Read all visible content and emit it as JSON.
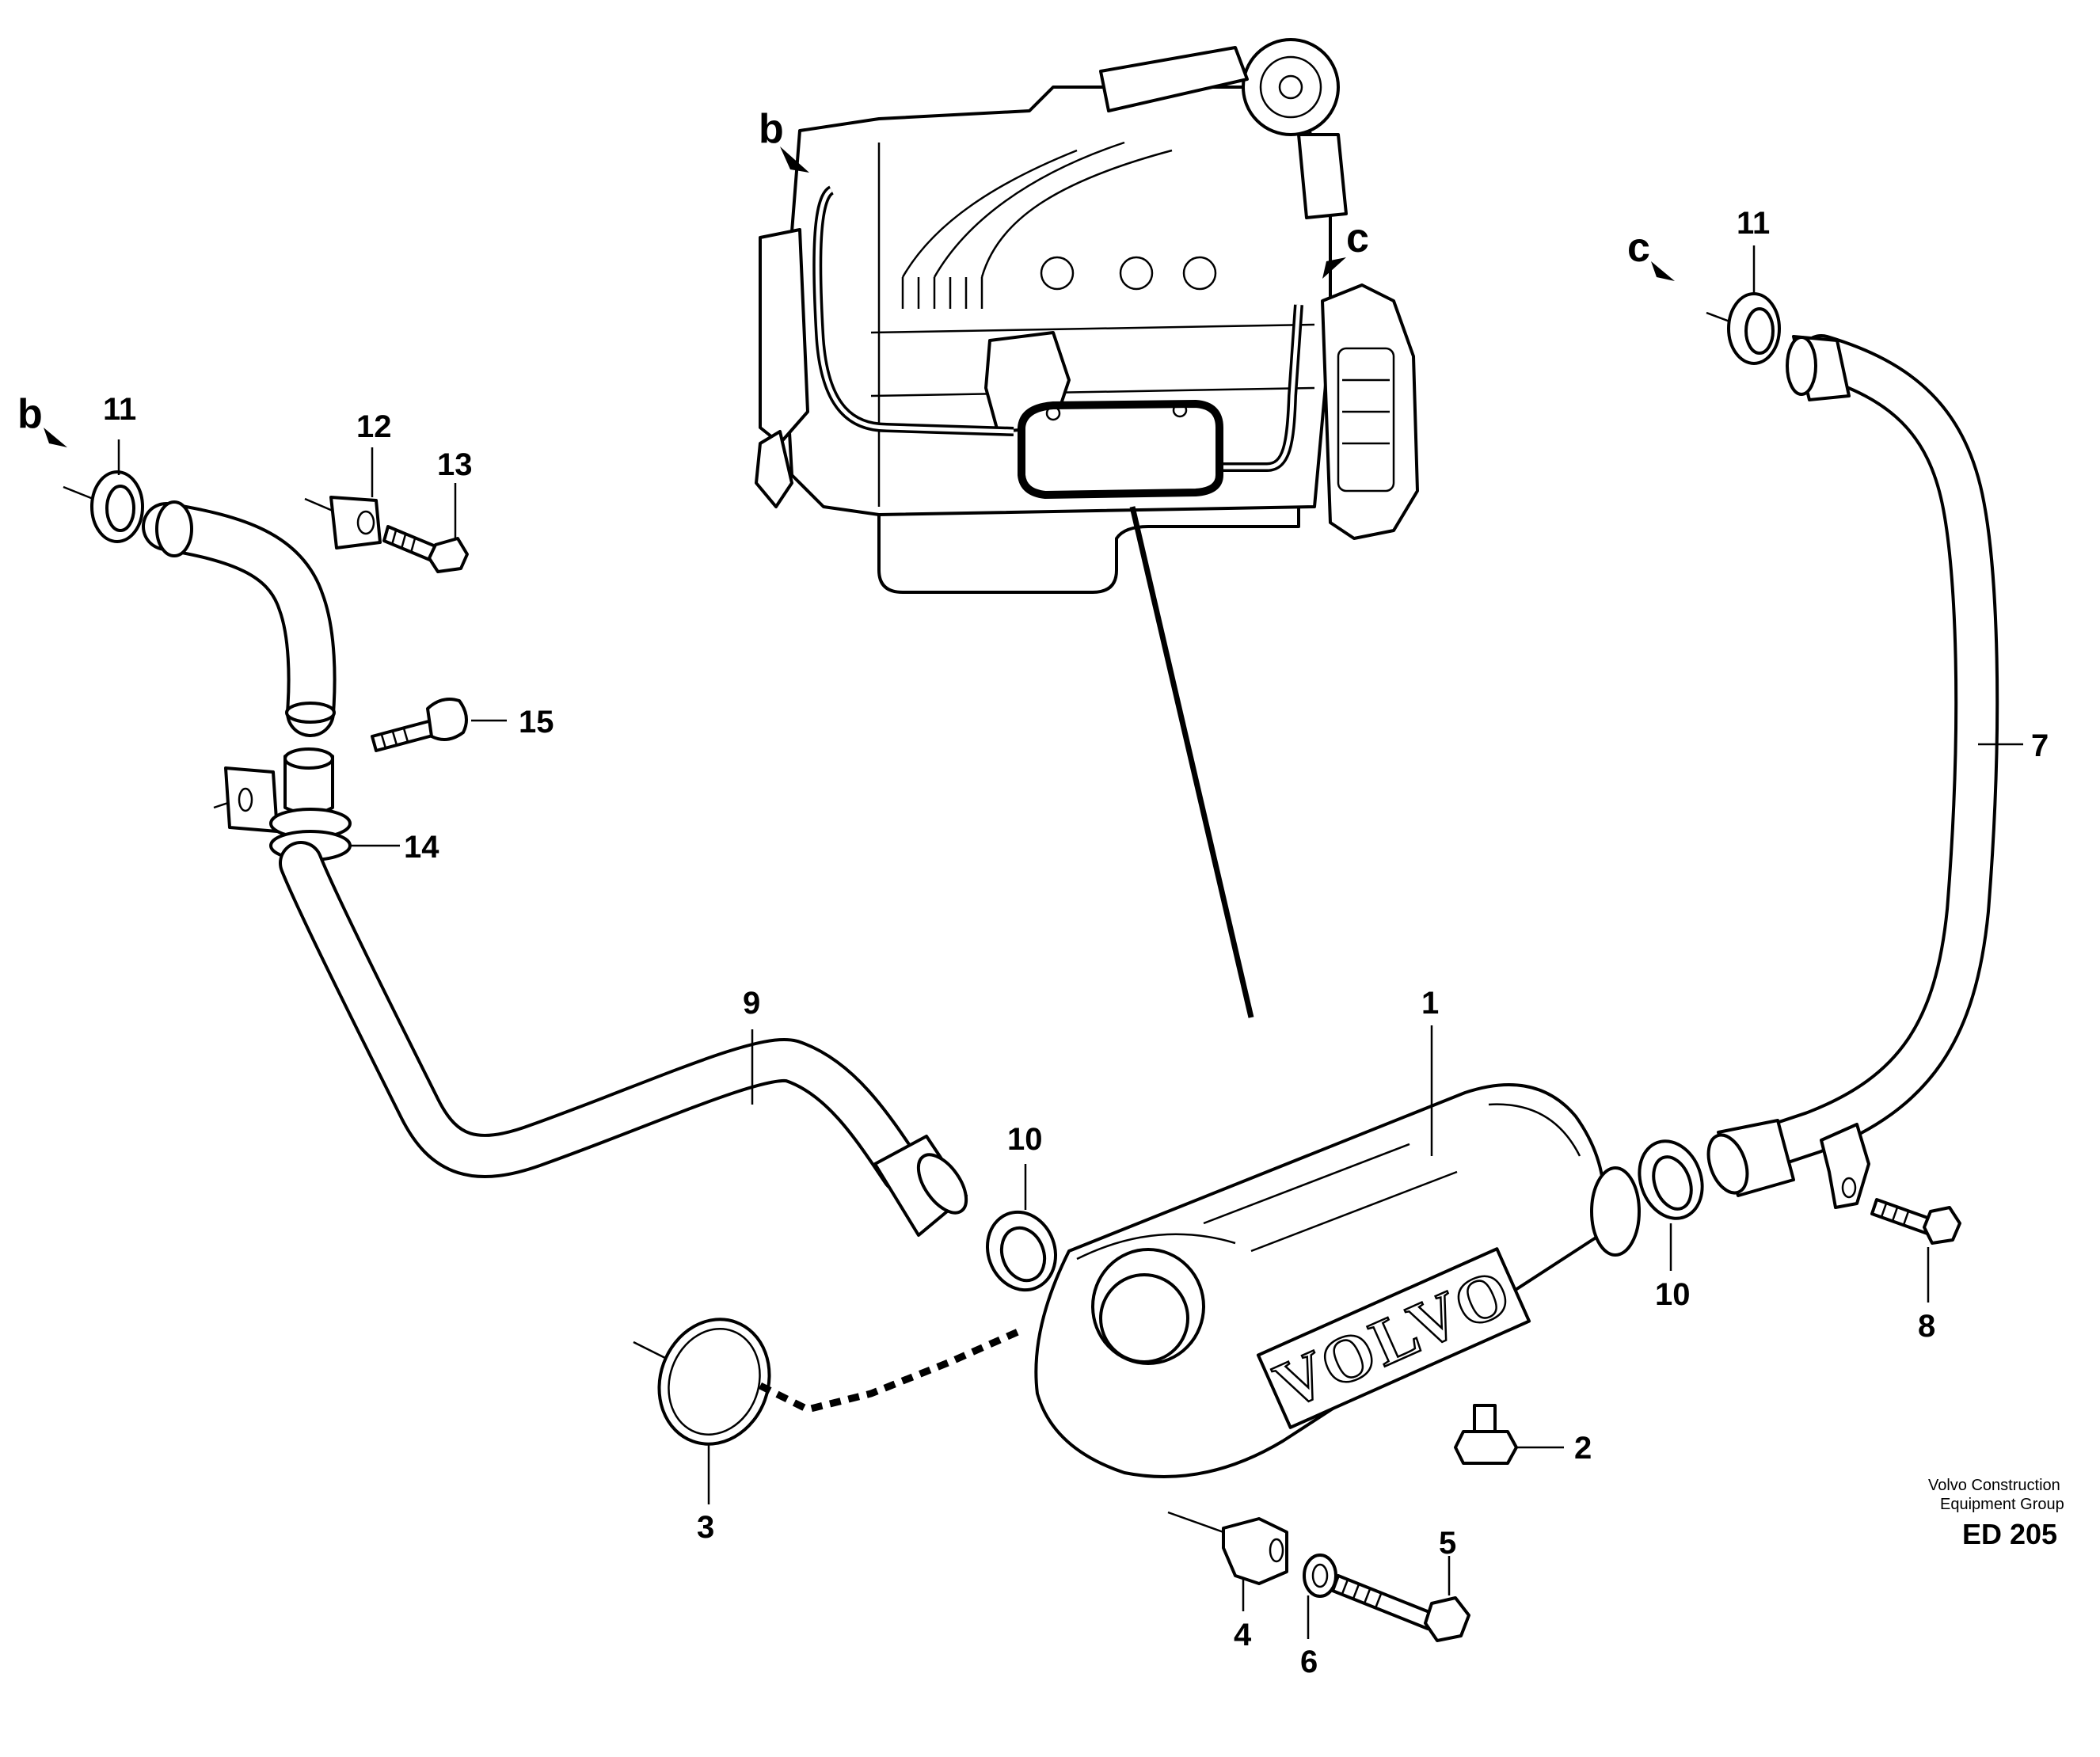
{
  "diagram": {
    "brand_emblem": "VOLVO",
    "credit_line_1": "Volvo Construction",
    "credit_line_2": "Equipment Group",
    "code": "ED 205",
    "reference_marks": {
      "b_left": "b",
      "b_engine": "b",
      "c_right": "c",
      "c_engine": "c"
    },
    "callouts": {
      "p1": "1",
      "p2": "2",
      "p3": "3",
      "p4": "4",
      "p5": "5",
      "p6": "6",
      "p7": "7",
      "p8": "8",
      "p9": "9",
      "p10_left": "10",
      "p10_right": "10",
      "p11_left": "11",
      "p11_right": "11",
      "p12": "12",
      "p13": "13",
      "p14": "14",
      "p15": "15"
    }
  }
}
